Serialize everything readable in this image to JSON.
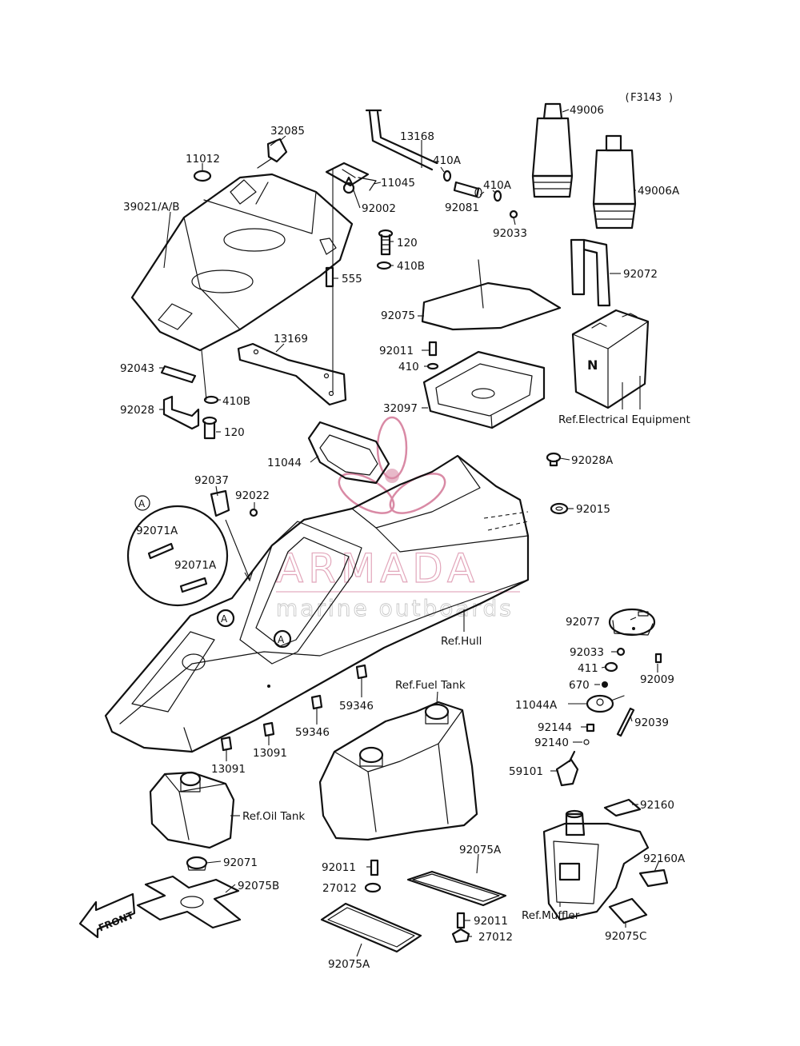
{
  "figure_code": "(F3143 )",
  "watermark": {
    "brand": "ARMADA",
    "tagline": "marine outboards",
    "accent_color": "#d98aa5"
  },
  "front_marker": "FRONT",
  "detail_marker": "A",
  "labels": [
    {
      "id": "11012",
      "text": "11012"
    },
    {
      "id": "32085",
      "text": "32085"
    },
    {
      "id": "39021",
      "text": "39021/A/B"
    },
    {
      "id": "13168",
      "text": "13168"
    },
    {
      "id": "410a_1",
      "text": "410A"
    },
    {
      "id": "11045",
      "text": "11045"
    },
    {
      "id": "410a_2",
      "text": "410A"
    },
    {
      "id": "92002",
      "text": "92002"
    },
    {
      "id": "92081",
      "text": "92081"
    },
    {
      "id": "92033_top",
      "text": "92033"
    },
    {
      "id": "49006",
      "text": "49006"
    },
    {
      "id": "49006a",
      "text": "49006A"
    },
    {
      "id": "120_top",
      "text": "120"
    },
    {
      "id": "410b_top",
      "text": "410B"
    },
    {
      "id": "555",
      "text": "555"
    },
    {
      "id": "92072",
      "text": "92072"
    },
    {
      "id": "92075",
      "text": "92075"
    },
    {
      "id": "13169",
      "text": "13169"
    },
    {
      "id": "92011_top",
      "text": "92011"
    },
    {
      "id": "410",
      "text": "410"
    },
    {
      "id": "92043",
      "text": "92043"
    },
    {
      "id": "410b_bot",
      "text": "410B"
    },
    {
      "id": "92028",
      "text": "92028"
    },
    {
      "id": "120_bot",
      "text": "120"
    },
    {
      "id": "32097",
      "text": "32097"
    },
    {
      "id": "ref_elec",
      "text": "Ref.Electrical Equipment"
    },
    {
      "id": "11044",
      "text": "11044"
    },
    {
      "id": "92028a",
      "text": "92028A"
    },
    {
      "id": "92037",
      "text": "92037"
    },
    {
      "id": "92022",
      "text": "92022"
    },
    {
      "id": "92015",
      "text": "92015"
    },
    {
      "id": "92071a_1",
      "text": "92071A"
    },
    {
      "id": "92071a_2",
      "text": "92071A"
    },
    {
      "id": "ref_hull",
      "text": "Ref.Hull"
    },
    {
      "id": "92077",
      "text": "92077"
    },
    {
      "id": "92033_mid",
      "text": "92033"
    },
    {
      "id": "411",
      "text": "411"
    },
    {
      "id": "92009",
      "text": "92009"
    },
    {
      "id": "670",
      "text": "670"
    },
    {
      "id": "11044a",
      "text": "11044A"
    },
    {
      "id": "92039",
      "text": "92039"
    },
    {
      "id": "92144",
      "text": "92144"
    },
    {
      "id": "92140",
      "text": "92140"
    },
    {
      "id": "59101",
      "text": "59101"
    },
    {
      "id": "ref_fuel",
      "text": "Ref.Fuel Tank"
    },
    {
      "id": "59346_1",
      "text": "59346"
    },
    {
      "id": "59346_2",
      "text": "59346"
    },
    {
      "id": "13091_1",
      "text": "13091"
    },
    {
      "id": "13091_2",
      "text": "13091"
    },
    {
      "id": "ref_oil",
      "text": "Ref.Oil Tank"
    },
    {
      "id": "92160",
      "text": "92160"
    },
    {
      "id": "92160a",
      "text": "92160A"
    },
    {
      "id": "92071",
      "text": "92071"
    },
    {
      "id": "92075b",
      "text": "92075B"
    },
    {
      "id": "92075a_1",
      "text": "92075A"
    },
    {
      "id": "92011_mid",
      "text": "92011"
    },
    {
      "id": "27012_1",
      "text": "27012"
    },
    {
      "id": "92011_bot",
      "text": "92011"
    },
    {
      "id": "27012_2",
      "text": "27012"
    },
    {
      "id": "ref_muffler",
      "text": "Ref.Muffler"
    },
    {
      "id": "92075c",
      "text": "92075C"
    },
    {
      "id": "92075a_2",
      "text": "92075A"
    }
  ]
}
